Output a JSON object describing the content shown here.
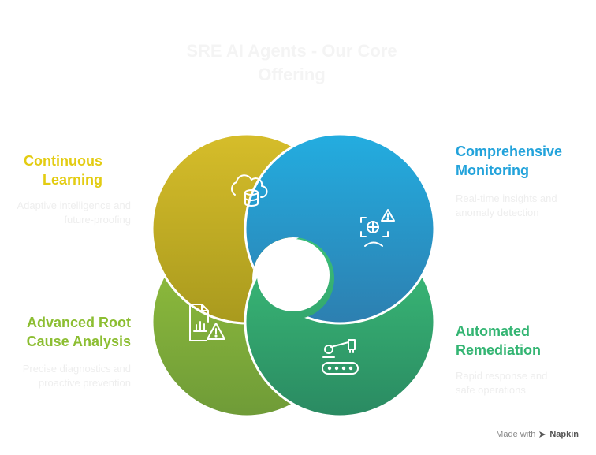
{
  "title": "SRE AI Agents - Our Core Offering",
  "items": [
    {
      "label": "Continuous Learning",
      "description": "Adaptive intelligence and future-proofing",
      "color": "#c7ae22",
      "icon": "cloud-database-icon"
    },
    {
      "label": "Comprehensive Monitoring",
      "description": "Real-time insights and anomaly detection",
      "color": "#2196c9",
      "icon": "monitoring-alert-icon"
    },
    {
      "label": "Advanced Root Cause Analysis",
      "description": "Precise diagnostics and proactive prevention",
      "color": "#8db43a",
      "icon": "report-warning-icon"
    },
    {
      "label": "Automated Remediation",
      "description": "Rapid response and safe operations",
      "color": "#2eaa6f",
      "icon": "robot-arm-conveyor-icon"
    }
  ],
  "footer": {
    "prefix": "Made with",
    "brand": "Napkin"
  }
}
